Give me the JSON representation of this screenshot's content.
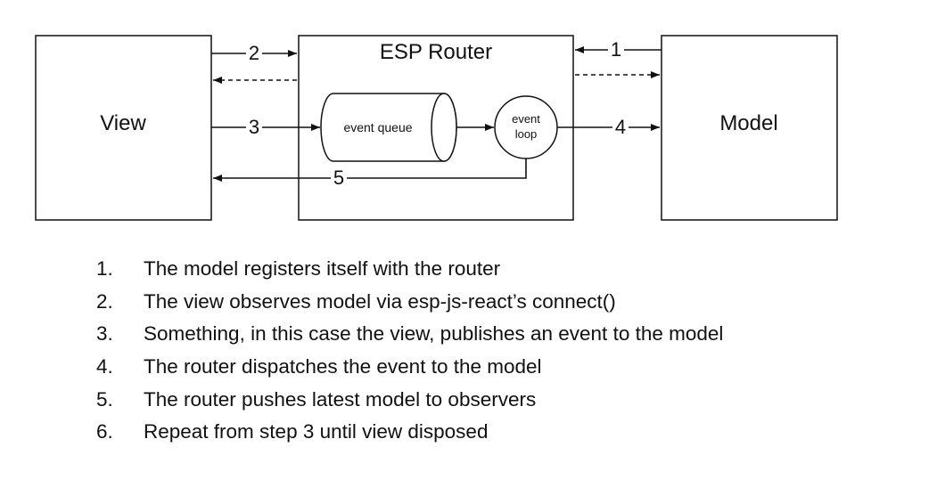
{
  "diagram": {
    "view_label": "View",
    "router_title": "ESP Router",
    "model_label": "Model",
    "queue_label": "event queue",
    "loop_label_line1": "event",
    "loop_label_line2": "loop",
    "arrow_labels": [
      "1",
      "2",
      "3",
      "4",
      "5"
    ]
  },
  "steps": [
    {
      "num": "1.",
      "text": "The model registers itself with the router"
    },
    {
      "num": "2.",
      "text": "The view observes model via esp-js-react’s connect()"
    },
    {
      "num": "3.",
      "text": "Something, in this case the view, publishes an event to the model"
    },
    {
      "num": "4.",
      "text": "The router dispatches the event to the model"
    },
    {
      "num": "5.",
      "text": "The router pushes latest model to observers"
    },
    {
      "num": "6.",
      "text": "Repeat from step 3 until view disposed"
    }
  ]
}
